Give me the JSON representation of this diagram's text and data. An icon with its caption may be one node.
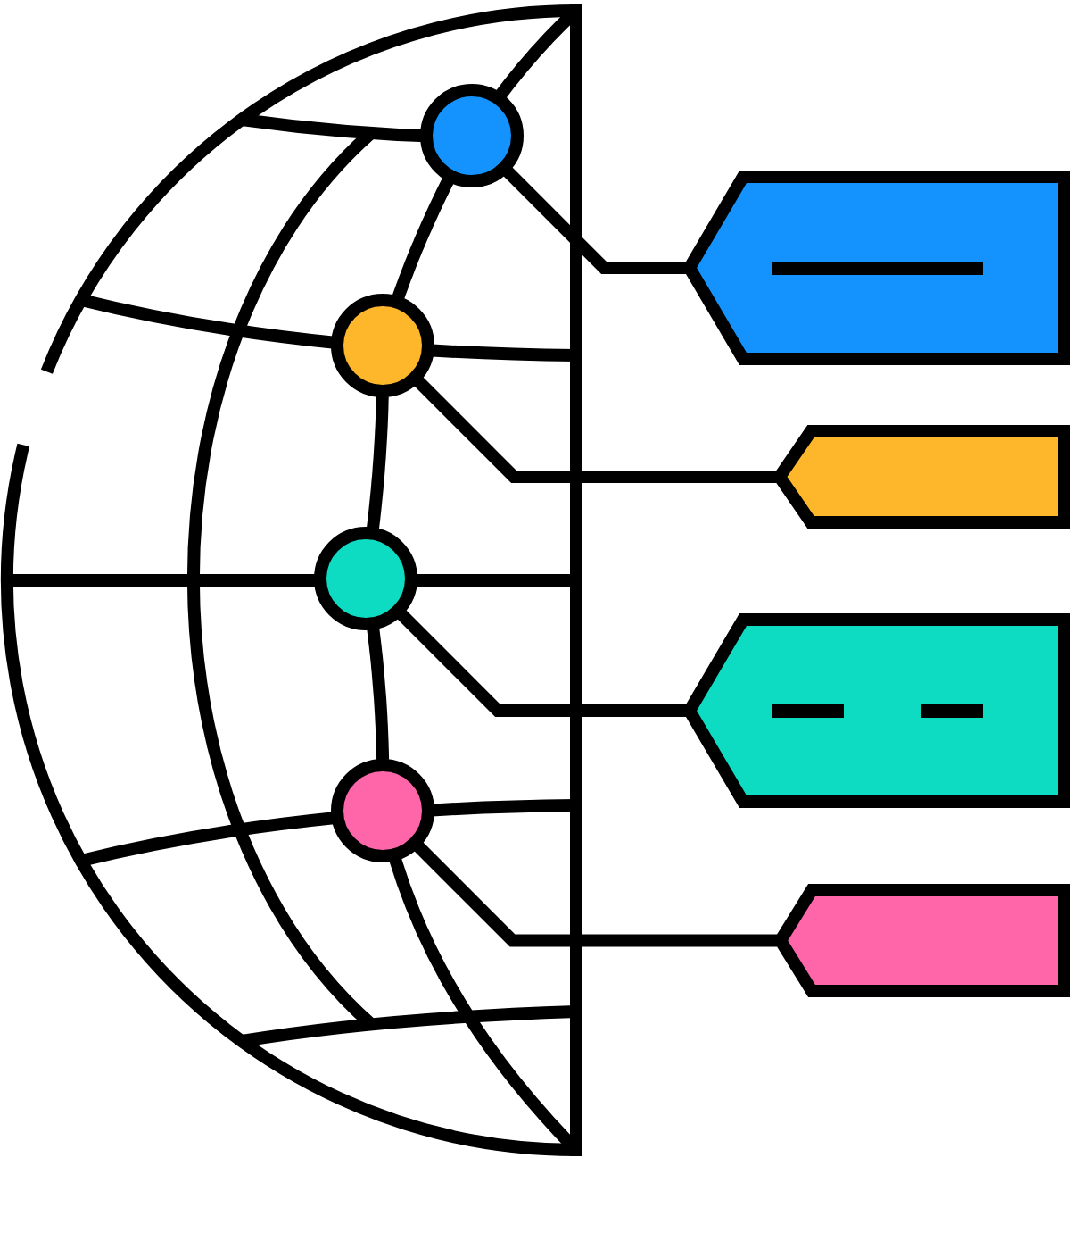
{
  "diagram": {
    "nodes": [
      {
        "text": [],
        "shape": "globe"
      },
      {
        "text": [],
        "shape": "circle",
        "in": 0
      },
      {
        "text": [],
        "shape": "circle",
        "in": 0
      },
      {
        "text": [],
        "shape": "circle",
        "in": 0
      },
      {
        "text": [],
        "shape": "circle",
        "in": 0
      },
      {
        "text": [],
        "shape": "tag"
      },
      {
        "text": [],
        "shape": "tag"
      },
      {
        "text": [],
        "shape": "tag"
      },
      {
        "text": [],
        "shape": "tag"
      }
    ],
    "edges": [
      {
        "from": 1,
        "to": 5,
        "arrow": "none"
      },
      {
        "from": 2,
        "to": 6,
        "arrow": "none"
      },
      {
        "from": 3,
        "to": 7,
        "arrow": "none"
      },
      {
        "from": 4,
        "to": 8,
        "arrow": "none"
      },
      {
        "from": 1,
        "to": 2,
        "arrow": "none"
      },
      {
        "from": 2,
        "to": 3,
        "arrow": "none"
      },
      {
        "from": 3,
        "to": 4,
        "arrow": "none"
      }
    ]
  }
}
